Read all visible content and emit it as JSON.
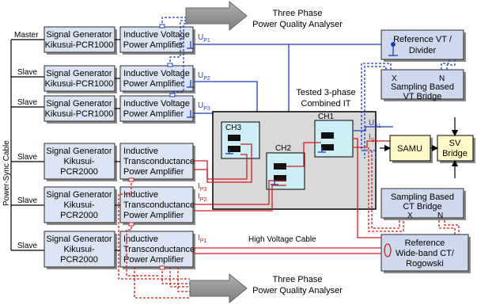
{
  "titles": {
    "analyser_top_line1": "Three Phase",
    "analyser_top_line2": "Power Quality Analyser",
    "analyser_bottom_line1": "Three Phase",
    "analyser_bottom_line2": "Power Quality Analyser"
  },
  "power_sync_label": "Power-Sync Cable",
  "voltage_chain": [
    {
      "role": "Master",
      "gen_line1": "Signal Generator",
      "gen_line2": "Kikusui-PCR1000",
      "amp_line1": "Inductive Voltage",
      "amp_line2": "Power Amplifier",
      "u_main": "U",
      "u_sub": "P1"
    },
    {
      "role": "Slave",
      "gen_line1": "Signal Generator",
      "gen_line2": "Kikusui-PCR1000",
      "amp_line1": "Inductive Voltage",
      "amp_line2": "Power Amplifier",
      "u_main": "U",
      "u_sub": "P2"
    },
    {
      "role": "Slave",
      "gen_line1": "Signal Generator",
      "gen_line2": "Kikusui-PCR1000",
      "amp_line1": "Inductive Voltage",
      "amp_line2": "Power Amplifier",
      "u_main": "U",
      "u_sub": "P3"
    }
  ],
  "current_chain": [
    {
      "role": "Slave",
      "gen_line1": "Signal Generator",
      "gen_line2": "Kikusui-",
      "gen_line3": "PCR2000",
      "amp_line1": "Inductive",
      "amp_line2": "Transconductance",
      "amp_line3": "Power Amplifier",
      "i_main": "I",
      "i_sub": "P3"
    },
    {
      "role": "Slave",
      "gen_line1": "Signal Generator",
      "gen_line2": "Kikusui-",
      "gen_line3": "PCR2000",
      "amp_line1": "Inductive",
      "amp_line2": "Transconductance",
      "amp_line3": "Power Amplifier",
      "i_main": "I",
      "i_sub": "P2"
    },
    {
      "role": "Slave",
      "gen_line1": "Signal Generator",
      "gen_line2": "Kikusui-",
      "gen_line3": "PCR2000",
      "amp_line1": "Inductive",
      "amp_line2": "Transconductance",
      "amp_line3": "Power Amplifier",
      "i_main": "I",
      "i_sub": "P1"
    }
  ],
  "tested_it": {
    "line1": "Tested 3-phase",
    "line2": "Combined IT",
    "ch1": "CH1",
    "ch2": "CH2",
    "ch3": "CH3"
  },
  "ref_vt": {
    "line1": "Reference VT /",
    "line2": "Divider"
  },
  "vt_bridge": {
    "x": "X",
    "n": "N",
    "line1": "Sampling Based",
    "line2": "VT Bridge"
  },
  "ct_bridge": {
    "line1": "Sampling Based",
    "line2": "CT Bridge",
    "x": "X",
    "n": "N"
  },
  "ref_ct": {
    "line1": "Reference",
    "line2": "Wide-band CT/",
    "line3": "Rogowski"
  },
  "samu": "SAMU",
  "sv_bridge": {
    "line1": "SV",
    "line2": "Bridge"
  },
  "us1": {
    "main": "U",
    "sub": "S1"
  },
  "is1": {
    "main": "I",
    "sub": "S1"
  },
  "hv_cable": "High Voltage Cable"
}
